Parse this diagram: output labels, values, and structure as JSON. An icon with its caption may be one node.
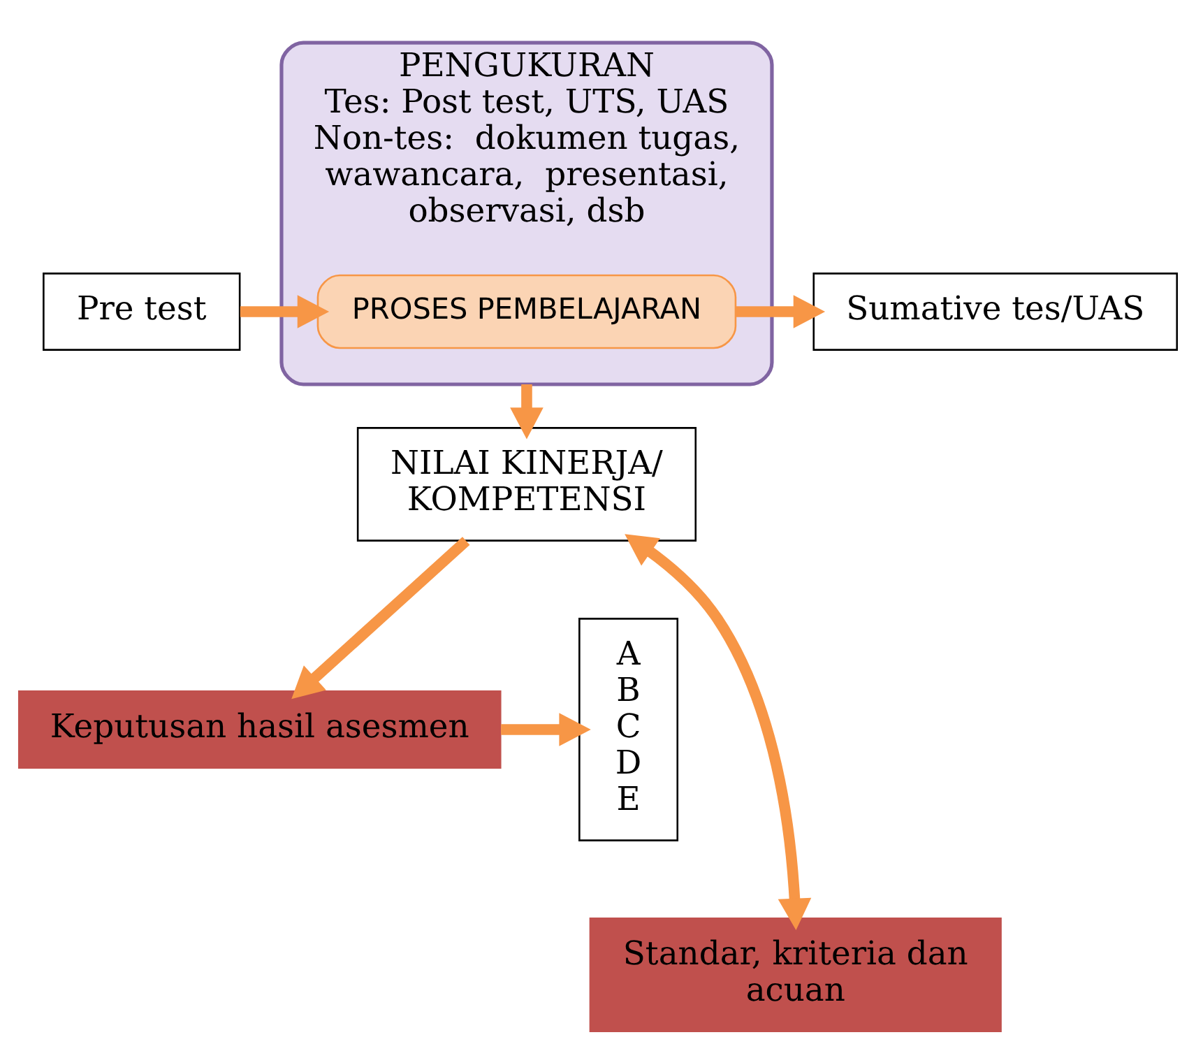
{
  "diagram": {
    "nodes": [
      {
        "text": [
          "PENGUKURAN",
          "Tes: Post test, UTS, UAS",
          "Non-tes:  dokumen tugas, wawancara,  presentasi, observasi, dsb"
        ]
      },
      {
        "text": [
          "PROSES PEMBELAJARAN"
        ],
        "in": 0
      },
      {
        "text": [
          "Pre test"
        ]
      },
      {
        "text": [
          "Sumative tes/UAS"
        ]
      },
      {
        "text": [
          "NILAI KINERJA/ KOMPETENSI"
        ]
      },
      {
        "text": [
          "Keputusan hasil asesmen"
        ]
      },
      {
        "text": [
          "A",
          "B",
          "C",
          "D",
          "E"
        ]
      },
      {
        "text": [
          "Standar, kriteria dan acuan"
        ]
      }
    ],
    "edges": [
      {
        "from": 2,
        "to": 1,
        "arrow": "to"
      },
      {
        "from": 1,
        "to": 3,
        "arrow": "to"
      },
      {
        "from": 0,
        "to": 4,
        "arrow": "to"
      },
      {
        "from": 4,
        "to": 7,
        "arrow": "both"
      },
      {
        "from": 4,
        "to": 5,
        "arrow": "to"
      },
      {
        "from": 5,
        "to": 6,
        "arrow": "to"
      }
    ]
  }
}
